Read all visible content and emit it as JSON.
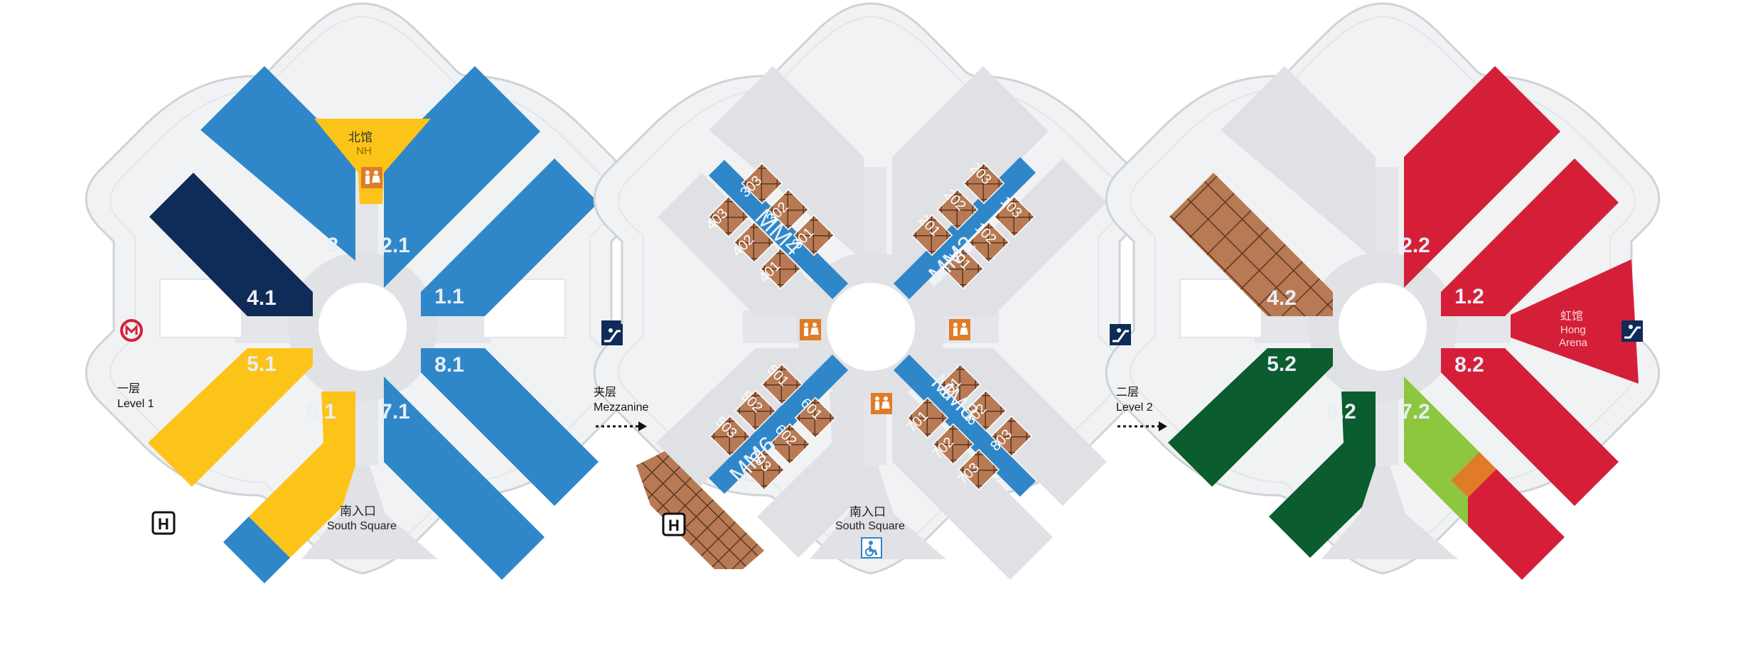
{
  "colors": {
    "blue": "#2f87c9",
    "navy": "#0f2b57",
    "yellow": "#fcc419",
    "red": "#d51f38",
    "green": "#0b5c2e",
    "lightgreen": "#8dc63f",
    "orange": "#e07b27",
    "brown": "#b77a54",
    "grey": "#e0e2e5",
    "floor": "#f1f2f3",
    "outline": "#cfd3d7"
  },
  "icons": {
    "metro": "metro-icon",
    "escalator": "escalator-icon",
    "restroom": "restroom-icon",
    "hotel": "hotel-icon",
    "accessible": "accessible-icon",
    "arrow": "dotted-arrow-icon"
  },
  "level1": {
    "level_cn": "一层",
    "level_en": "Level 1",
    "halls": {
      "h3": "3",
      "h21": "2.1",
      "h41": "4.1",
      "h11": "1.1",
      "h51": "5.1",
      "h61": "6.1",
      "h81": "8.1",
      "h71": "7.1"
    },
    "north_cn": "北馆",
    "north_en": "NH",
    "south_cn": "南入口",
    "south_en": "South Square",
    "hotel": "H"
  },
  "mezzanine": {
    "level_cn": "夹层",
    "level_en": "Mezzanine",
    "corridors": {
      "mm4": "MM4",
      "mm2": "MM2",
      "mm6": "MM6",
      "mm8": "MM8"
    },
    "rooms": {
      "r303": "303",
      "r302": "302",
      "r301": "301",
      "r403": "403",
      "r402": "402",
      "r401": "401",
      "r203": "203",
      "r202": "202",
      "r201": "201",
      "r103": "103",
      "r102": "102",
      "r101": "101",
      "r501": "501",
      "r502": "502",
      "r503": "503",
      "r601": "601",
      "r602": "602",
      "r603": "603",
      "r801": "801",
      "r802": "802",
      "r803": "803",
      "r701": "701",
      "r702": "702",
      "r703": "703"
    },
    "south_cn": "南入口",
    "south_en": "South Square",
    "hotel": "H"
  },
  "level2": {
    "level_cn": "二层",
    "level_en": "Level 2",
    "halls": {
      "h42": "4.2",
      "h22": "2.2",
      "h12": "1.2",
      "h52": "5.2",
      "h62": "6.2",
      "h72": "7.2",
      "h82": "8.2"
    },
    "arena_cn": "虹馆",
    "arena_en1": "Hong",
    "arena_en2": "Arena"
  }
}
